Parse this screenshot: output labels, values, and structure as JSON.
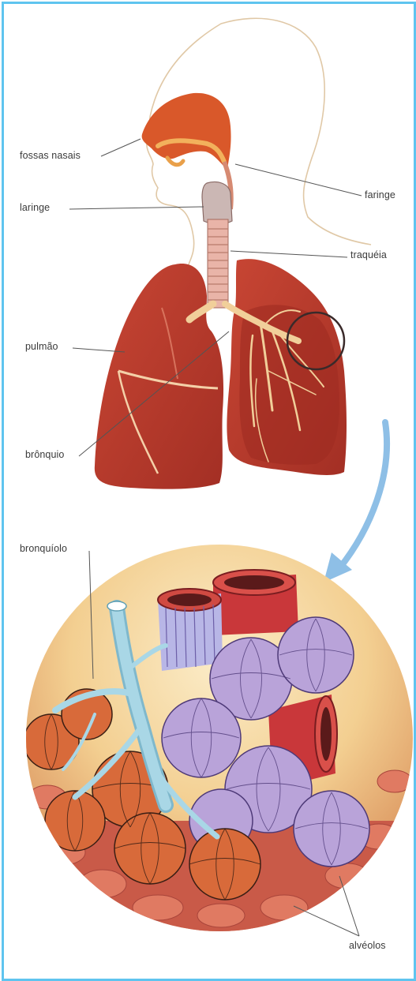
{
  "labels": {
    "fossas_nasais": "fossas nasais",
    "laringe": "laringe",
    "faringe": "faringe",
    "traqueia": "traquéia",
    "pulmao": "pulmão",
    "bronquio": "brônquio",
    "bronquiolo": "bronquíolo",
    "alveolos": "alvéolos"
  },
  "colors": {
    "frame": "#5fc4ef",
    "lung": "#b83a2c",
    "lung_highlight": "#d9614c",
    "nasal": "#d9582a",
    "vessel": "#c9373a",
    "alveoli_purple": "#b9a3d9",
    "alveoli_orange": "#d86a3a",
    "bronchiole": "#9fd0df",
    "arrow": "#8ebfe6",
    "disc_bg": "#f6d9a4"
  }
}
